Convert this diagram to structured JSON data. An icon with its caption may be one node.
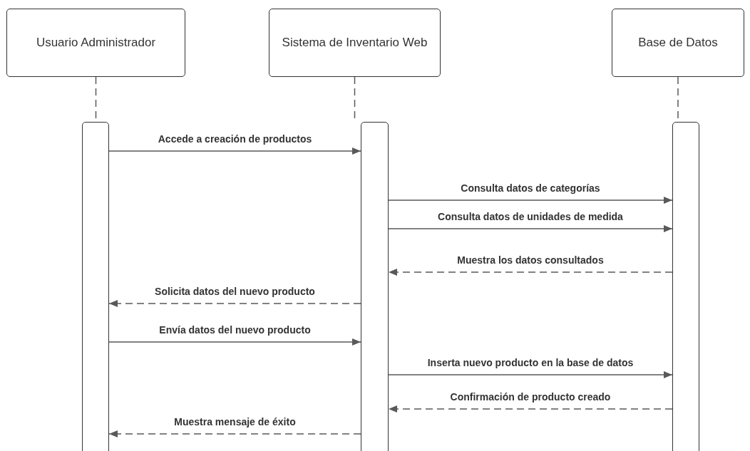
{
  "diagram": {
    "nodes": [
      {
        "text": [
          "Usuario Administrador"
        ]
      },
      {
        "text": [
          "Sistema de Inventario Web"
        ]
      },
      {
        "text": [
          "Base de Datos"
        ]
      },
      {
        "text": [],
        "shape": "bar"
      },
      {
        "text": [],
        "shape": "bar"
      },
      {
        "text": [],
        "shape": "bar"
      }
    ],
    "edges": [
      {
        "from": 0,
        "to": 3,
        "arrow": "none",
        "style": "dashed"
      },
      {
        "from": 1,
        "to": 4,
        "arrow": "none",
        "style": "dashed"
      },
      {
        "from": 2,
        "to": 5,
        "arrow": "none",
        "style": "dashed"
      },
      {
        "from": 3,
        "to": 4,
        "arrow": "to",
        "label": "Accede a creación de productos"
      },
      {
        "from": 4,
        "to": 5,
        "arrow": "to",
        "label": "Consulta datos de categorías"
      },
      {
        "from": 4,
        "to": 5,
        "arrow": "to",
        "label": "Consulta datos de unidades de medida"
      },
      {
        "from": 5,
        "to": 4,
        "arrow": "to",
        "label": "Muestra los datos consultados",
        "style": "dashed"
      },
      {
        "from": 4,
        "to": 3,
        "arrow": "to",
        "label": "Solicita datos del nuevo producto",
        "style": "dashed"
      },
      {
        "from": 3,
        "to": 4,
        "arrow": "to",
        "label": "Envía datos del nuevo producto"
      },
      {
        "from": 4,
        "to": 5,
        "arrow": "to",
        "label": "Inserta nuevo producto en la base de datos"
      },
      {
        "from": 5,
        "to": 4,
        "arrow": "to",
        "label": "Confirmación de producto creado",
        "style": "dashed"
      },
      {
        "from": 4,
        "to": 3,
        "arrow": "to",
        "label": "Muestra mensaje de éxito",
        "style": "dashed"
      }
    ]
  }
}
